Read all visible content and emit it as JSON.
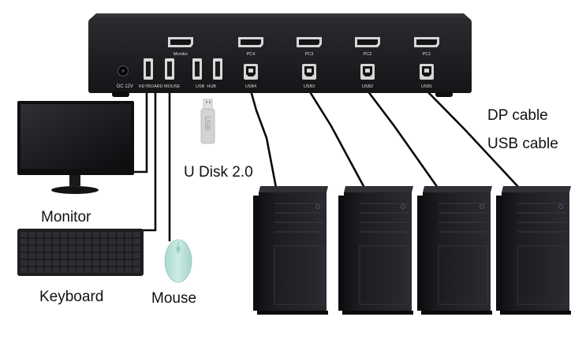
{
  "kvm_switch": {
    "dc_label": "DC 12V",
    "keyboard_port_label": "KEYBOARD",
    "mouse_port_label": "MOUSE",
    "usb_hub_label": "USB  HUB",
    "monitor_out_label": "Monitor",
    "pc_ports": [
      {
        "dp_label": "PC4",
        "usb_label": "USB4"
      },
      {
        "dp_label": "PC3",
        "usb_label": "USB3"
      },
      {
        "dp_label": "PC2",
        "usb_label": "USB2"
      },
      {
        "dp_label": "PC1",
        "usb_label": "USB1"
      }
    ]
  },
  "usb_stick_text": "USB",
  "labels": {
    "u_disk": "U Disk 2.0",
    "monitor": "Monitor",
    "keyboard": "Keyboard",
    "mouse": "Mouse",
    "dp_cable": "DP cable",
    "usb_cable": "USB cable"
  },
  "colors": {
    "switch_body": "#1c1d20",
    "cable": "#0a0a0a",
    "mouse": "#bfe3dc",
    "tower": "#17181b"
  }
}
